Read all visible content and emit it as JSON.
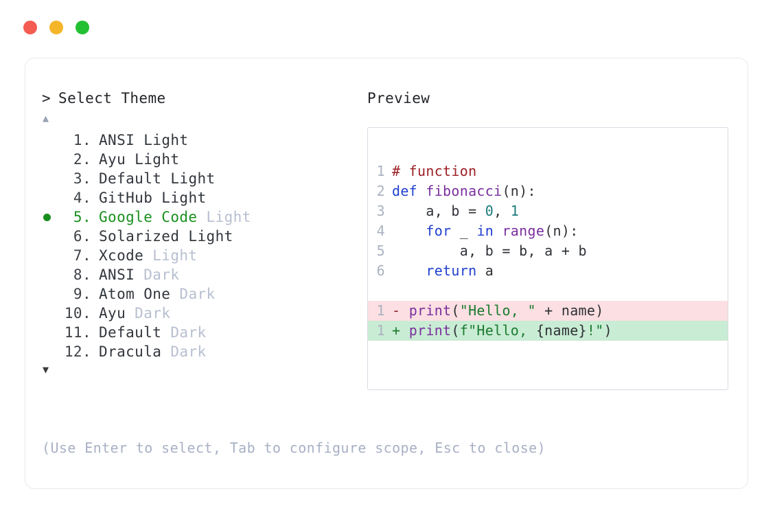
{
  "titlebar": {
    "dots": [
      {
        "name": "close-button",
        "color": "#f45c52"
      },
      {
        "name": "minimize-button",
        "color": "#f4b628"
      },
      {
        "name": "maximize-button",
        "color": "#23c033"
      }
    ]
  },
  "left": {
    "prompt_caret": ">",
    "prompt_title": "Select Theme",
    "scroll_up": "▲",
    "scroll_down": "▼",
    "items": [
      {
        "index": "1.",
        "name": "ANSI",
        "variant": "Light",
        "variant_muted": false,
        "selected": false
      },
      {
        "index": "2.",
        "name": "Ayu",
        "variant": "Light",
        "variant_muted": false,
        "selected": false
      },
      {
        "index": "3.",
        "name": "Default",
        "variant": "Light",
        "variant_muted": false,
        "selected": false
      },
      {
        "index": "4.",
        "name": "GitHub",
        "variant": "Light",
        "variant_muted": false,
        "selected": false
      },
      {
        "index": "5.",
        "name": "Google Code",
        "variant": "Light",
        "variant_muted": true,
        "selected": true
      },
      {
        "index": "6.",
        "name": "Solarized",
        "variant": "Light",
        "variant_muted": false,
        "selected": false
      },
      {
        "index": "7.",
        "name": "Xcode",
        "variant": "Light",
        "variant_muted": true,
        "selected": false
      },
      {
        "index": "8.",
        "name": "ANSI",
        "variant": "Dark",
        "variant_muted": true,
        "selected": false
      },
      {
        "index": "9.",
        "name": "Atom One",
        "variant": "Dark",
        "variant_muted": true,
        "selected": false
      },
      {
        "index": "10.",
        "name": "Ayu",
        "variant": "Dark",
        "variant_muted": true,
        "selected": false
      },
      {
        "index": "11.",
        "name": "Default",
        "variant": "Dark",
        "variant_muted": true,
        "selected": false
      },
      {
        "index": "12.",
        "name": "Dracula",
        "variant": "Dark",
        "variant_muted": true,
        "selected": false
      }
    ],
    "hint": "(Use Enter to select, Tab to configure scope, Esc to close)"
  },
  "right": {
    "preview_label": "Preview",
    "code_lines": [
      {
        "num": "1",
        "tokens": [
          {
            "t": "# function",
            "c": "tok-comment"
          }
        ]
      },
      {
        "num": "2",
        "tokens": [
          {
            "t": "def ",
            "c": "tok-keyword"
          },
          {
            "t": "fibonacci",
            "c": "tok-func"
          },
          {
            "t": "(n):",
            "c": "tok-plain"
          }
        ]
      },
      {
        "num": "3",
        "tokens": [
          {
            "t": "    a, b = ",
            "c": "tok-plain"
          },
          {
            "t": "0",
            "c": "tok-number"
          },
          {
            "t": ", ",
            "c": "tok-plain"
          },
          {
            "t": "1",
            "c": "tok-number"
          }
        ]
      },
      {
        "num": "4",
        "tokens": [
          {
            "t": "    ",
            "c": "tok-plain"
          },
          {
            "t": "for",
            "c": "tok-keyword"
          },
          {
            "t": " _ ",
            "c": "tok-plain"
          },
          {
            "t": "in",
            "c": "tok-keyword"
          },
          {
            "t": " ",
            "c": "tok-plain"
          },
          {
            "t": "range",
            "c": "tok-builtin"
          },
          {
            "t": "(n):",
            "c": "tok-plain"
          }
        ]
      },
      {
        "num": "5",
        "tokens": [
          {
            "t": "        a, b = b, a + b",
            "c": "tok-plain"
          }
        ]
      },
      {
        "num": "6",
        "tokens": [
          {
            "t": "    ",
            "c": "tok-plain"
          },
          {
            "t": "return",
            "c": "tok-keyword"
          },
          {
            "t": " a",
            "c": "tok-plain"
          }
        ]
      }
    ],
    "diff": [
      {
        "kind": "minus",
        "num": "1",
        "mark": "- ",
        "tokens": [
          {
            "t": "print",
            "c": "tok-func"
          },
          {
            "t": "(",
            "c": "tok-plain"
          },
          {
            "t": "\"Hello, \"",
            "c": "tok-string"
          },
          {
            "t": " + name)",
            "c": "tok-plain"
          }
        ]
      },
      {
        "kind": "plus",
        "num": "1",
        "mark": "+ ",
        "tokens": [
          {
            "t": "print",
            "c": "tok-func"
          },
          {
            "t": "(",
            "c": "tok-plain"
          },
          {
            "t": "f\"Hello, ",
            "c": "tok-string"
          },
          {
            "t": "{name}",
            "c": "tok-plain"
          },
          {
            "t": "!\"",
            "c": "tok-string"
          },
          {
            "t": ")",
            "c": "tok-plain"
          }
        ]
      }
    ]
  }
}
